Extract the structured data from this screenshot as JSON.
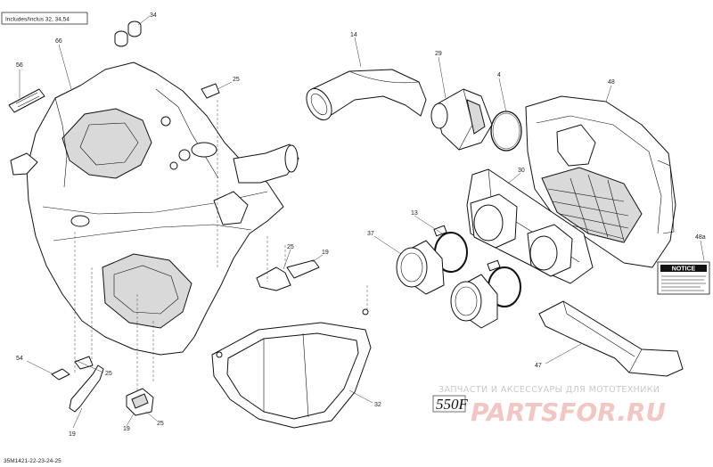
{
  "diagram": {
    "callouts": {
      "p34": "34",
      "p66": "66",
      "p56": "56",
      "p25a": "25",
      "p14": "14",
      "p29": "29",
      "p4": "4",
      "p48": "48",
      "p30": "30",
      "p13": "13",
      "p37": "37",
      "p25b": "25",
      "p19a": "19",
      "p48a": "48a",
      "p54": "54",
      "p25c": "25",
      "p19b": "19",
      "p19c": "19",
      "p25d": "25",
      "p32": "32",
      "p47": "47"
    },
    "includes_box": "Includes/Inclus 32, 34,54",
    "notice_title": "NOTICE",
    "drawing_code": "35M1421-22-23-24-25"
  },
  "watermark": {
    "line": "ЗАПЧАСТИ И АКСЕССУАРЫ ДЛЯ МОТОТЕХНИКИ",
    "model": "550F",
    "brand": "PARTSFOR.RU"
  }
}
